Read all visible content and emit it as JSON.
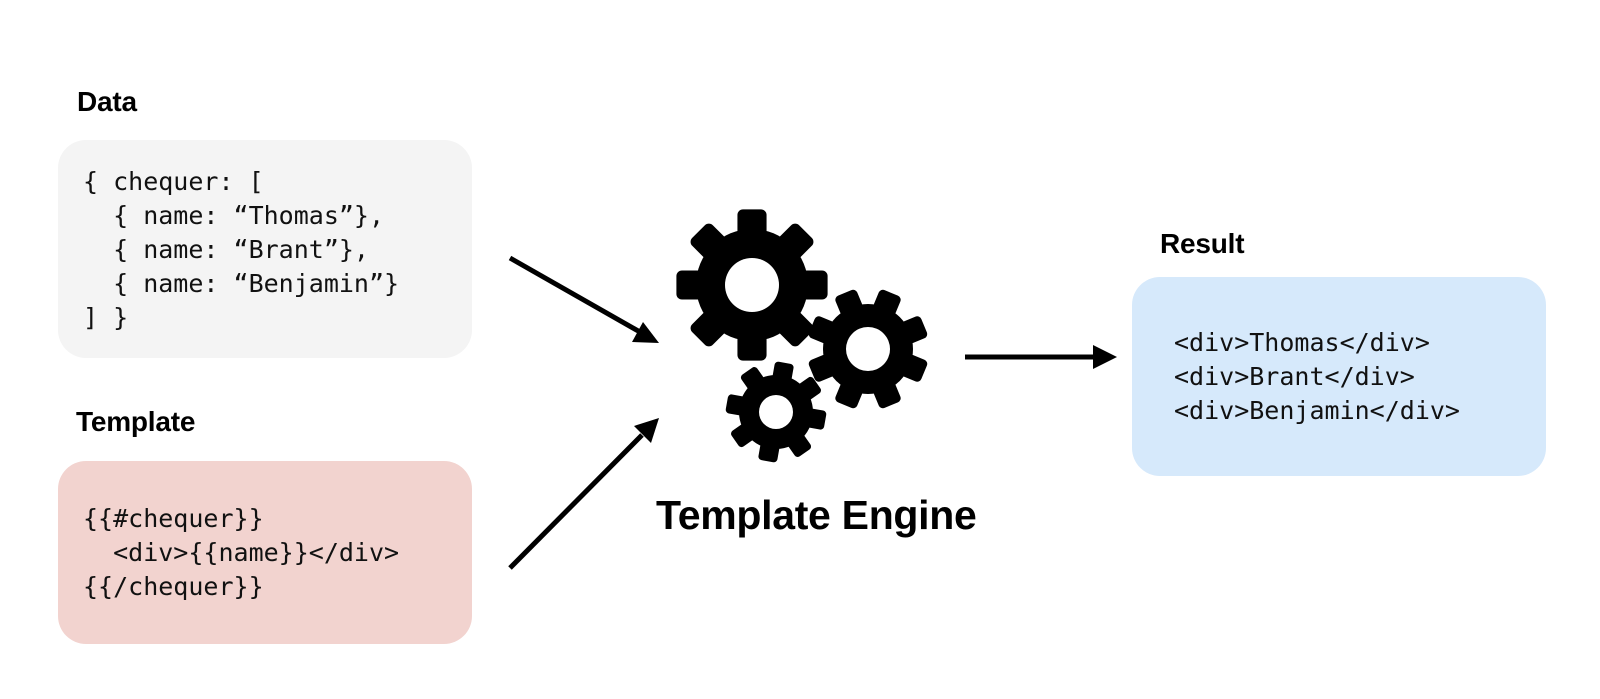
{
  "colors": {
    "data_box": "#f4f4f4",
    "template_box": "#f2d3cf",
    "result_box": "#d6e9fb",
    "icon": "#000000"
  },
  "icons": [
    "gear-icon",
    "arrow-icon"
  ],
  "data_panel": {
    "heading": "Data",
    "code": "{ chequer: [\n  { name: “Thomas”},\n  { name: “Brant”},\n  { name: “Benjamin”}\n] }"
  },
  "template_panel": {
    "heading": "Template",
    "code": "{{#chequer}}\n  <div>{{name}}</div>\n{{/chequer}}"
  },
  "engine": {
    "label": "Template Engine"
  },
  "result_panel": {
    "heading": "Result",
    "code": "<div>Thomas</div>\n<div>Brant</div>\n<div>Benjamin</div>"
  }
}
